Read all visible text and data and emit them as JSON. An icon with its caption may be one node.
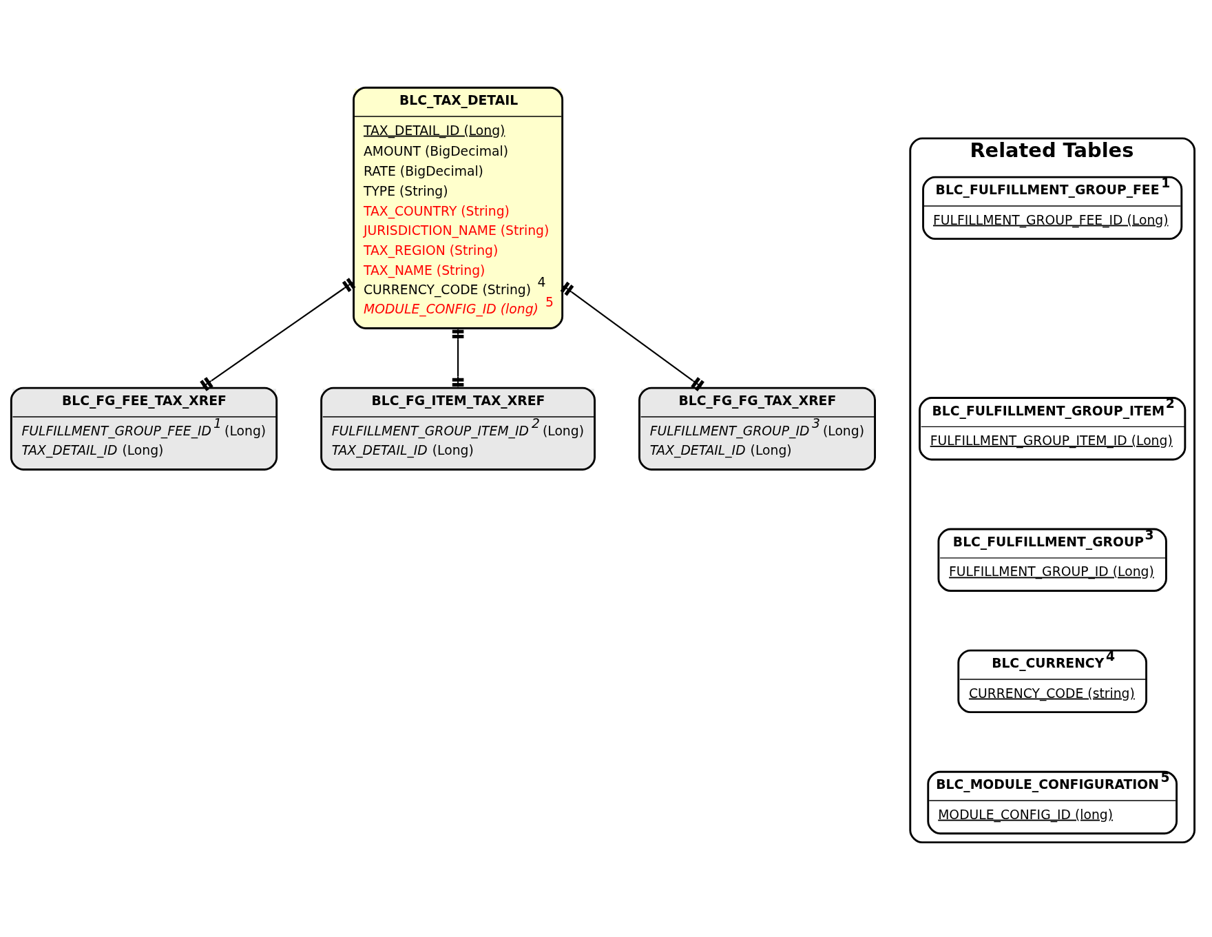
{
  "diagram": {
    "nodes": [
      {
        "text": [
          "BLC_TAX_DETAIL",
          "TAX_DETAIL_ID (Long)",
          "AMOUNT (BigDecimal)",
          "RATE (BigDecimal)",
          "TYPE (String)",
          "TAX_COUNTRY (String)",
          "JURISDICTION_NAME (String)",
          "TAX_REGION (String)",
          "TAX_NAME (String)",
          "CURRENCY_CODE (String) $^{4}$",
          "*MODULE_CONFIG_ID (long)* $^{5}$"
        ]
      },
      {
        "text": [
          "BLC_FG_FEE_TAX_XREF",
          "*FULFILLMENT_GROUP_FEE_ID$^{1}$* (Long)",
          "*TAX_DETAIL_ID* (Long)"
        ]
      },
      {
        "text": [
          "BLC_FG_ITEM_TAX_XREF",
          "*FULFILLMENT_GROUP_ITEM_ID$^{2}$* (Long)",
          "*TAX_DETAIL_ID* (Long)"
        ]
      },
      {
        "text": [
          "BLC_FG_FG_TAX_XREF",
          "*FULFILLMENT_GROUP_ID$^{3}$* (Long)",
          "*TAX_DETAIL_ID* (Long)"
        ]
      },
      {
        "text": [
          "Related Tables"
        ]
      },
      {
        "text": [
          "BLC_FULFILLMENT_GROUP_FEE$^{1}$",
          "FULFILLMENT_GROUP_FEE_ID (Long)"
        ],
        "in": 4
      },
      {
        "text": [
          "BLC_FULFILLMENT_GROUP_ITEM$^{2}$",
          "FULFILLMENT_GROUP_ITEM_ID (Long)"
        ],
        "in": 4
      },
      {
        "text": [
          "BLC_FULFILLMENT_GROUP$^{3}$",
          "FULFILLMENT_GROUP_ID (Long)"
        ],
        "in": 4
      },
      {
        "text": [
          "BLC_CURRENCY$^{4}$",
          "CURRENCY_CODE (string)"
        ],
        "in": 4
      },
      {
        "text": [
          "BLC_MODULE_CONFIGURATION$^{5}$",
          "MODULE_CONFIG_ID (long)"
        ],
        "in": 4
      }
    ],
    "edges": [
      {
        "from": 0,
        "to": 1,
        "arrow": "other"
      },
      {
        "from": 0,
        "to": 2,
        "arrow": "other"
      },
      {
        "from": 0,
        "to": 3,
        "arrow": "other"
      }
    ]
  }
}
